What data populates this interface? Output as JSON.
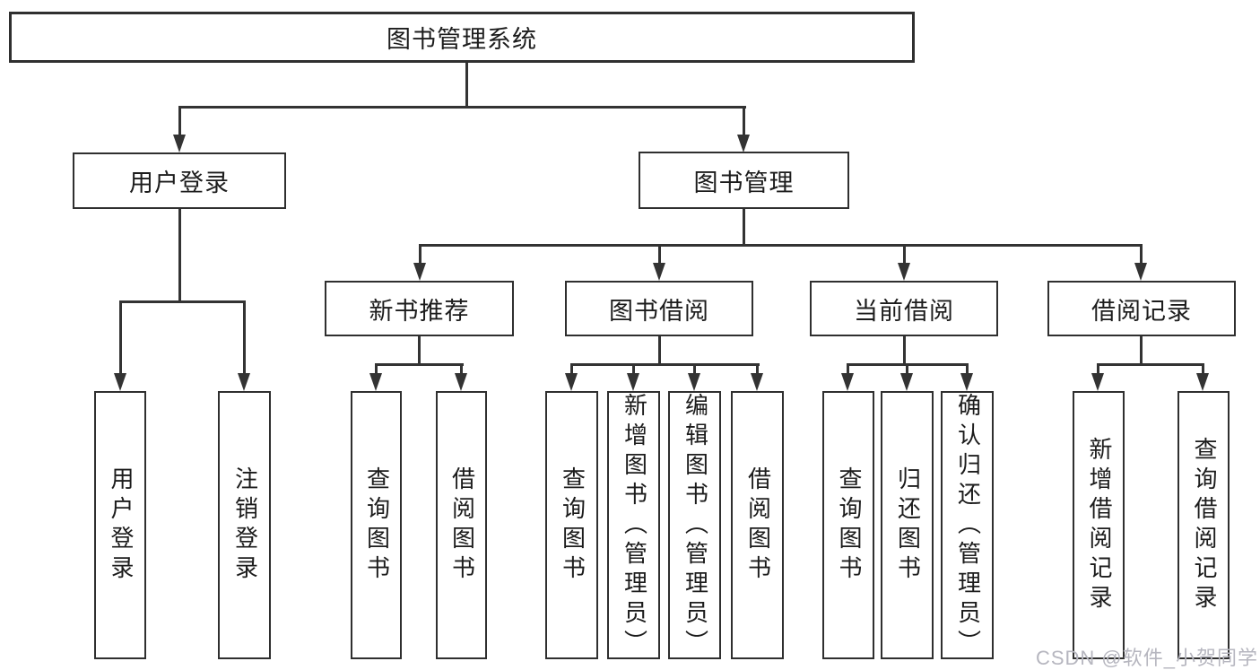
{
  "diagram": {
    "root": {
      "label": "图书管理系统"
    },
    "branches": {
      "user_login": {
        "label": "用户登录",
        "children": {
          "login": {
            "label": "用户登录"
          },
          "logout": {
            "label": "注销登录"
          }
        }
      },
      "book_management": {
        "label": "图书管理",
        "children": {
          "new_book_recommend": {
            "label": "新书推荐",
            "children": {
              "query_book": {
                "label": "查询图书"
              },
              "borrow_book": {
                "label": "借阅图书"
              }
            }
          },
          "book_borrow": {
            "label": "图书借阅",
            "children": {
              "query_book": {
                "label": "查询图书"
              },
              "add_book": {
                "label": "新增图书（管理员）"
              },
              "edit_book": {
                "label": "编辑图书（管理员）"
              },
              "borrow_book": {
                "label": "借阅图书"
              }
            }
          },
          "current_borrow": {
            "label": "当前借阅",
            "children": {
              "query_book": {
                "label": "查询图书"
              },
              "return_book": {
                "label": "归还图书"
              },
              "confirm_return": {
                "label": "确认归还（管理员）"
              }
            }
          },
          "borrow_record": {
            "label": "借阅记录",
            "children": {
              "add_record": {
                "label": "新增借阅记录"
              },
              "query_record": {
                "label": "查询借阅记录"
              }
            }
          }
        }
      }
    }
  },
  "watermark": {
    "text": "CSDN @软件_小贺同学"
  },
  "colors": {
    "line": "#333333",
    "box_border": "#2f2f2f",
    "background": "#ffffff",
    "text": "#1c1c1c",
    "watermark": "#b6b6bf"
  }
}
